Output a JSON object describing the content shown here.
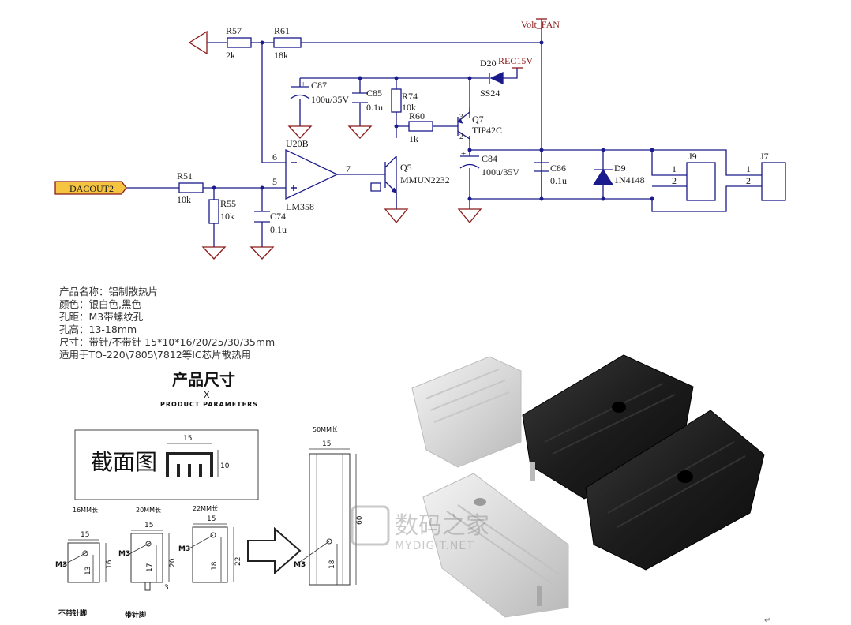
{
  "schematic": {
    "nets": {
      "volt_fan": "Volt_FAN",
      "rec15v": "REC15V",
      "dacout": "DACOUT2"
    },
    "components": {
      "r57": {
        "ref": "R57",
        "value": "2k"
      },
      "r61": {
        "ref": "R61",
        "value": "18k"
      },
      "c87": {
        "ref": "C87",
        "value": "100u/35V"
      },
      "c85": {
        "ref": "C85",
        "value": "0.1u"
      },
      "r74": {
        "ref": "R74",
        "value": "10k"
      },
      "r60": {
        "ref": "R60",
        "value": "1k"
      },
      "d20": {
        "ref": "D20",
        "value": "SS24"
      },
      "q7": {
        "ref": "Q7",
        "value": "TIP42C",
        "pin2": "2",
        "pin3": "3"
      },
      "u20b": {
        "ref": "U20B",
        "value": "LM358",
        "pin5": "5",
        "pin6": "6",
        "pin7": "7"
      },
      "q5": {
        "ref": "Q5",
        "value": "MMUN2232"
      },
      "c84": {
        "ref": "C84",
        "value": "100u/35V"
      },
      "c86": {
        "ref": "C86",
        "value": "0.1u"
      },
      "d9": {
        "ref": "D9",
        "value": "1N4148"
      },
      "j9": {
        "ref": "J9",
        "pin1": "1",
        "pin2": "2"
      },
      "j7": {
        "ref": "J7",
        "pin1": "1",
        "pin2": "2"
      },
      "r51": {
        "ref": "R51",
        "value": "10k"
      },
      "r55": {
        "ref": "R55",
        "value": "10k"
      },
      "c74": {
        "ref": "C74",
        "value": "0.1u"
      }
    }
  },
  "product": {
    "specs": [
      "产品名称：铝制散热片",
      "颜色：银白色,黑色",
      "孔距：M3带螺纹孔",
      "孔高：13-18mm",
      "尺寸：带针/不带针 15*10*16/20/25/30/35mm",
      "适用于TO-220\\7805\\7812等IC芯片散热用"
    ],
    "title": "产品尺寸",
    "title_x": "X",
    "subtitle": "PRODUCT PARAMETERS",
    "cross_section": {
      "label": "截面图",
      "width": "15",
      "height": "10"
    },
    "long": {
      "label": "50MM长",
      "width": "15",
      "height": "60",
      "hole": "18",
      "screw": "M3"
    },
    "sizes": [
      {
        "label": "16MM长",
        "width": "15",
        "hole": "13",
        "height": "16",
        "screw": "M3"
      },
      {
        "label": "20MM长",
        "width": "15",
        "hole": "17",
        "height": "20",
        "screw": "M3",
        "pin": "3"
      },
      {
        "label": "22MM长",
        "width": "15",
        "hole": "18",
        "height": "22",
        "screw": "M3"
      }
    ],
    "pin_labels": {
      "no_pin": "不带针脚",
      "with_pin": "带针脚"
    }
  },
  "watermark": {
    "cn": "数码之家",
    "en": "MYDIGIT.NET"
  },
  "colors": {
    "wire": "#1a1a8c",
    "dark_red": "#8b1a1a",
    "net_label_fill": "#f5c542"
  }
}
